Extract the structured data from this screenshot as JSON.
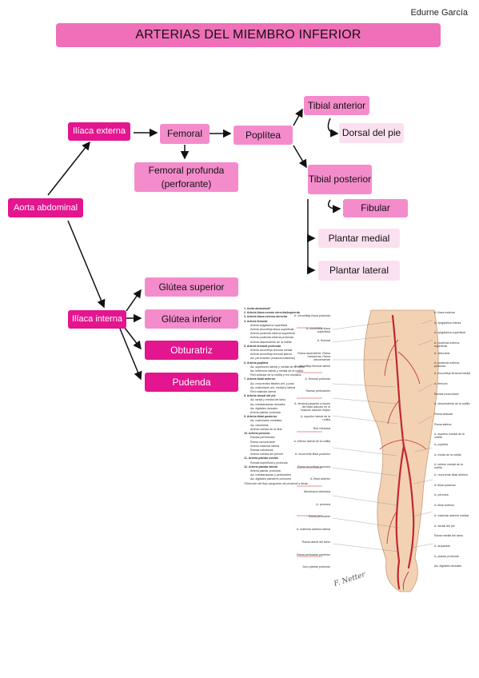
{
  "author": "Edurne García",
  "title": "ARTERIAS DEL MIEMBRO INFERIOR",
  "nodes": {
    "aorta": "Aorta abdominal",
    "iliaca_externa": "Ilíaca externa",
    "iliaca_interna": "Ilíaca interna",
    "femoral": "Femoral",
    "femoral_profunda": "Femoral profunda (perforante)",
    "poplitea": "Poplítea",
    "tibial_anterior": "Tibial anterior",
    "dorsal_pie": "Dorsal del pie",
    "tibial_posterior": "Tibial posterior",
    "fibular": "Fibular",
    "plantar_medial": "Plantar medial",
    "plantar_lateral": "Plantar lateral",
    "glutea_superior": "Glútea superior",
    "glutea_inferior": "Glútea inferior",
    "obturatriz": "Obturatriz",
    "pudenda": "Pudenda"
  },
  "figure": {
    "legend": [
      {
        "text": "1. Aorta abdominal*",
        "kind": "hd"
      },
      {
        "text": "2. Arteria ilíaca común derecha/izquierda",
        "kind": "hd"
      },
      {
        "text": "3. Arteria ilíaca externa derecha",
        "kind": "hd"
      },
      {
        "text": "4. Arteria femoral",
        "kind": "hd"
      },
      {
        "text": "Arteria epigástrica superficial",
        "kind": "sub"
      },
      {
        "text": "Arteria circunfleja ilíaca superficial",
        "kind": "sub"
      },
      {
        "text": "Arteria pudenda externa superficial",
        "kind": "sub"
      },
      {
        "text": "Arteria pudenda externa profunda",
        "kind": "sub"
      },
      {
        "text": "Arteria descendente de la rodilla",
        "kind": "sub"
      },
      {
        "text": "5. Arteria femoral profunda",
        "kind": "hd"
      },
      {
        "text": "Arteria circunfleja femoral medial",
        "kind": "sub"
      },
      {
        "text": "Arteria circunfleja femoral lateral",
        "kind": "sub"
      },
      {
        "text": "Aa. perforantes (musculocutáneas)",
        "kind": "sub"
      },
      {
        "text": "6. Arteria poplítea",
        "kind": "hd"
      },
      {
        "text": "Aa. superiores lateral y medial de la rodilla",
        "kind": "sub"
      },
      {
        "text": "Aa. inferiores lateral y medial de la rodilla",
        "kind": "sub"
      },
      {
        "text": "Red articular de la rodilla y red rotuliana",
        "kind": "sub"
      },
      {
        "text": "7. Arteria tibial anterior",
        "kind": "hd"
      },
      {
        "text": "Aa. recurrentes tibiales ant. y post.",
        "kind": "sub"
      },
      {
        "text": "Aa. maleolares ant. medial y lateral",
        "kind": "sub"
      },
      {
        "text": "Red maleolar lateral",
        "kind": "sub"
      },
      {
        "text": "8. Arteria dorsal del pie",
        "kind": "hd"
      },
      {
        "text": "Aa. tarsal y medial del tarso",
        "kind": "sub"
      },
      {
        "text": "Aa. metatarsianas dorsales",
        "kind": "sub"
      },
      {
        "text": "Aa. digitales dorsales",
        "kind": "sub"
      },
      {
        "text": "Arteria plantar profunda",
        "kind": "sub"
      },
      {
        "text": "9. Arteria tibial posterior",
        "kind": "hd"
      },
      {
        "text": "Aa. maleolares mediales",
        "kind": "sub"
      },
      {
        "text": "Aa. calcáneas",
        "kind": "sub"
      },
      {
        "text": "Arteria nutricia de la tibia",
        "kind": "sub"
      },
      {
        "text": "10. Arteria peronea",
        "kind": "hd"
      },
      {
        "text": "Ramas perforantes",
        "kind": "sub"
      },
      {
        "text": "Rama comunicante",
        "kind": "sub"
      },
      {
        "text": "Arteria maleolar lateral",
        "kind": "sub"
      },
      {
        "text": "Ramas calcáneas",
        "kind": "sub"
      },
      {
        "text": "Arteria nutricia del peroné",
        "kind": "sub"
      },
      {
        "text": "11. Arteria plantar medial",
        "kind": "hd"
      },
      {
        "text": "Ramas superficial y profunda",
        "kind": "sub"
      },
      {
        "text": "12. Arteria plantar lateral",
        "kind": "hd"
      },
      {
        "text": "Arteria plantar profunda",
        "kind": "sub"
      },
      {
        "text": "Aa. metatarsianas y perforantes",
        "kind": "sub"
      },
      {
        "text": "Aa. digitales plantares comunes",
        "kind": "sub"
      },
      {
        "text": "*Dirección del flujo sanguíneo de proximal a distal.",
        "kind": "note"
      }
    ],
    "labels_left": [
      "A. circunfleja ilíaca profunda",
      "A. circunfleja ilíaca superficial",
      "A. femoral",
      "Rama ascendente, Rama transversa, Rama descendente",
      "A. circunfleja femoral lateral",
      "A. femoral profunda",
      "Ramas perforantes",
      "A. femoral pasando a través del hiato aductor en el músculo aductor mayor",
      "A. superior lateral de la rodilla",
      "Red rotuliana",
      "A. inferior lateral de la rodilla",
      "A. recurrente tibial posterior",
      "Rama circunfleja peronea",
      "A. tibial anterior",
      "Membrana interósea",
      "A. peronea",
      "Rama perforante",
      "A. maleolar anterior lateral",
      "Rama lateral del tarso",
      "Rama perforante posterior",
      "Arco plantar profundo"
    ],
    "labels_right": [
      "A. ilíaca externa",
      "A. epigástrica inferior",
      "A. epigástrica superficial",
      "A. pudenda externa superficial",
      "A. obturatriz",
      "A. pudenda externa profunda",
      "A. circunfleja femoral medial",
      "A. femoral",
      "Ramas musculares",
      "A. descendente de la rodilla",
      "Rama articular",
      "Rama safena",
      "A. superior medial de la rodilla",
      "A. poplítea",
      "A. media de la rodilla",
      "A. inferior medial de la rodilla",
      "A. recurrente tibial anterior",
      "A. tibial posterior",
      "A. peronea",
      "A. tibial anterior",
      "A. maleolar anterior medial",
      "A. dorsal del pie",
      "Rama medial del tarso",
      "A. arqueada",
      "A. plantar profunda",
      "Aa. digitales dorsales"
    ],
    "signature": "F. Netter"
  }
}
